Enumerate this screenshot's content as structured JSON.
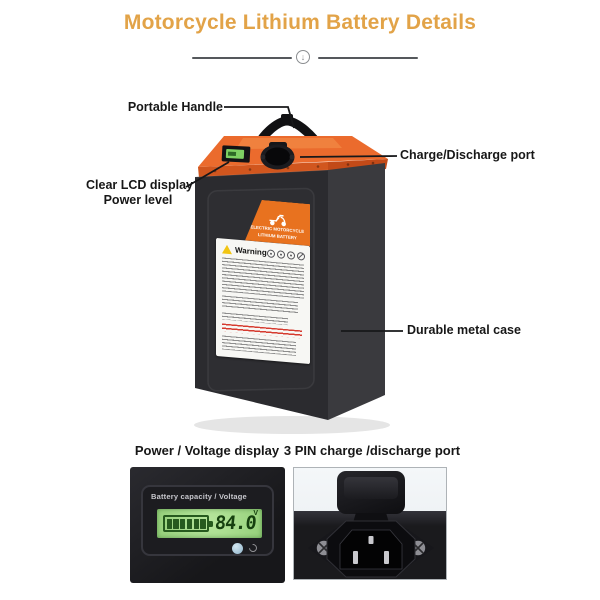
{
  "header": {
    "title": "Motorcycle Lithium Battery Details",
    "divider_arrow_glyph": "↓"
  },
  "callouts": {
    "portable_handle": "Portable Handle",
    "charge_discharge_port": "Charge/Discharge port",
    "lcd_display_line1": "Clear LCD display",
    "lcd_display_line2": "Power level",
    "durable_metal_case": "Durable metal case"
  },
  "battery_label": {
    "brand_line1": "ELECTRIC MOTORCYCLE",
    "brand_line2": "LITHIUM BATTERY",
    "warning_title": "Warning"
  },
  "voltage_display": {
    "caption": "Power / Voltage display",
    "meter_title": "Battery capacity / Voltage",
    "value": "84.0",
    "unit": "V",
    "battery_level_segments": 6
  },
  "charge_port": {
    "caption": "3 PIN charge /discharge port",
    "pin_count": 3
  },
  "colors": {
    "accent_orange": "#E2A348",
    "battery_orange": "#EB6B2D",
    "label_ribbon_orange": "#E8721F",
    "lcd_green": "#A4DC8C",
    "case_dark": "#2B2B2F",
    "warning_red": "#D63B2F"
  }
}
